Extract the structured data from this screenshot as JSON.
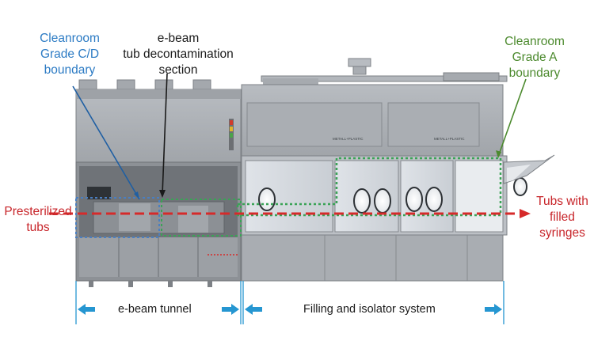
{
  "labels": {
    "cleanroom_cd": [
      "Cleanroom",
      "Grade C/D",
      "boundary"
    ],
    "ebeam_section": [
      "e-beam",
      "tub decontamination",
      "section"
    ],
    "cleanroom_a": [
      "Cleanroom",
      "Grade A",
      "boundary"
    ],
    "presterilized": [
      "Presterilized",
      "tubs"
    ],
    "tubs_filled": [
      "Tubs with",
      "filled",
      "syringes"
    ],
    "ebeam_tunnel": "e-beam tunnel",
    "filling_isolator": "Filling and isolator system",
    "machine_brand_left": "METALL+PLASTIC",
    "machine_brand_right": "METALL+PLASTIC"
  },
  "colors": {
    "blue_label": "#2c7bc4",
    "green_label": "#4c8a2e",
    "red_flow": "#d62a2a",
    "dimension_arrow": "#2596d1",
    "machine_body": "#a9adb2"
  }
}
